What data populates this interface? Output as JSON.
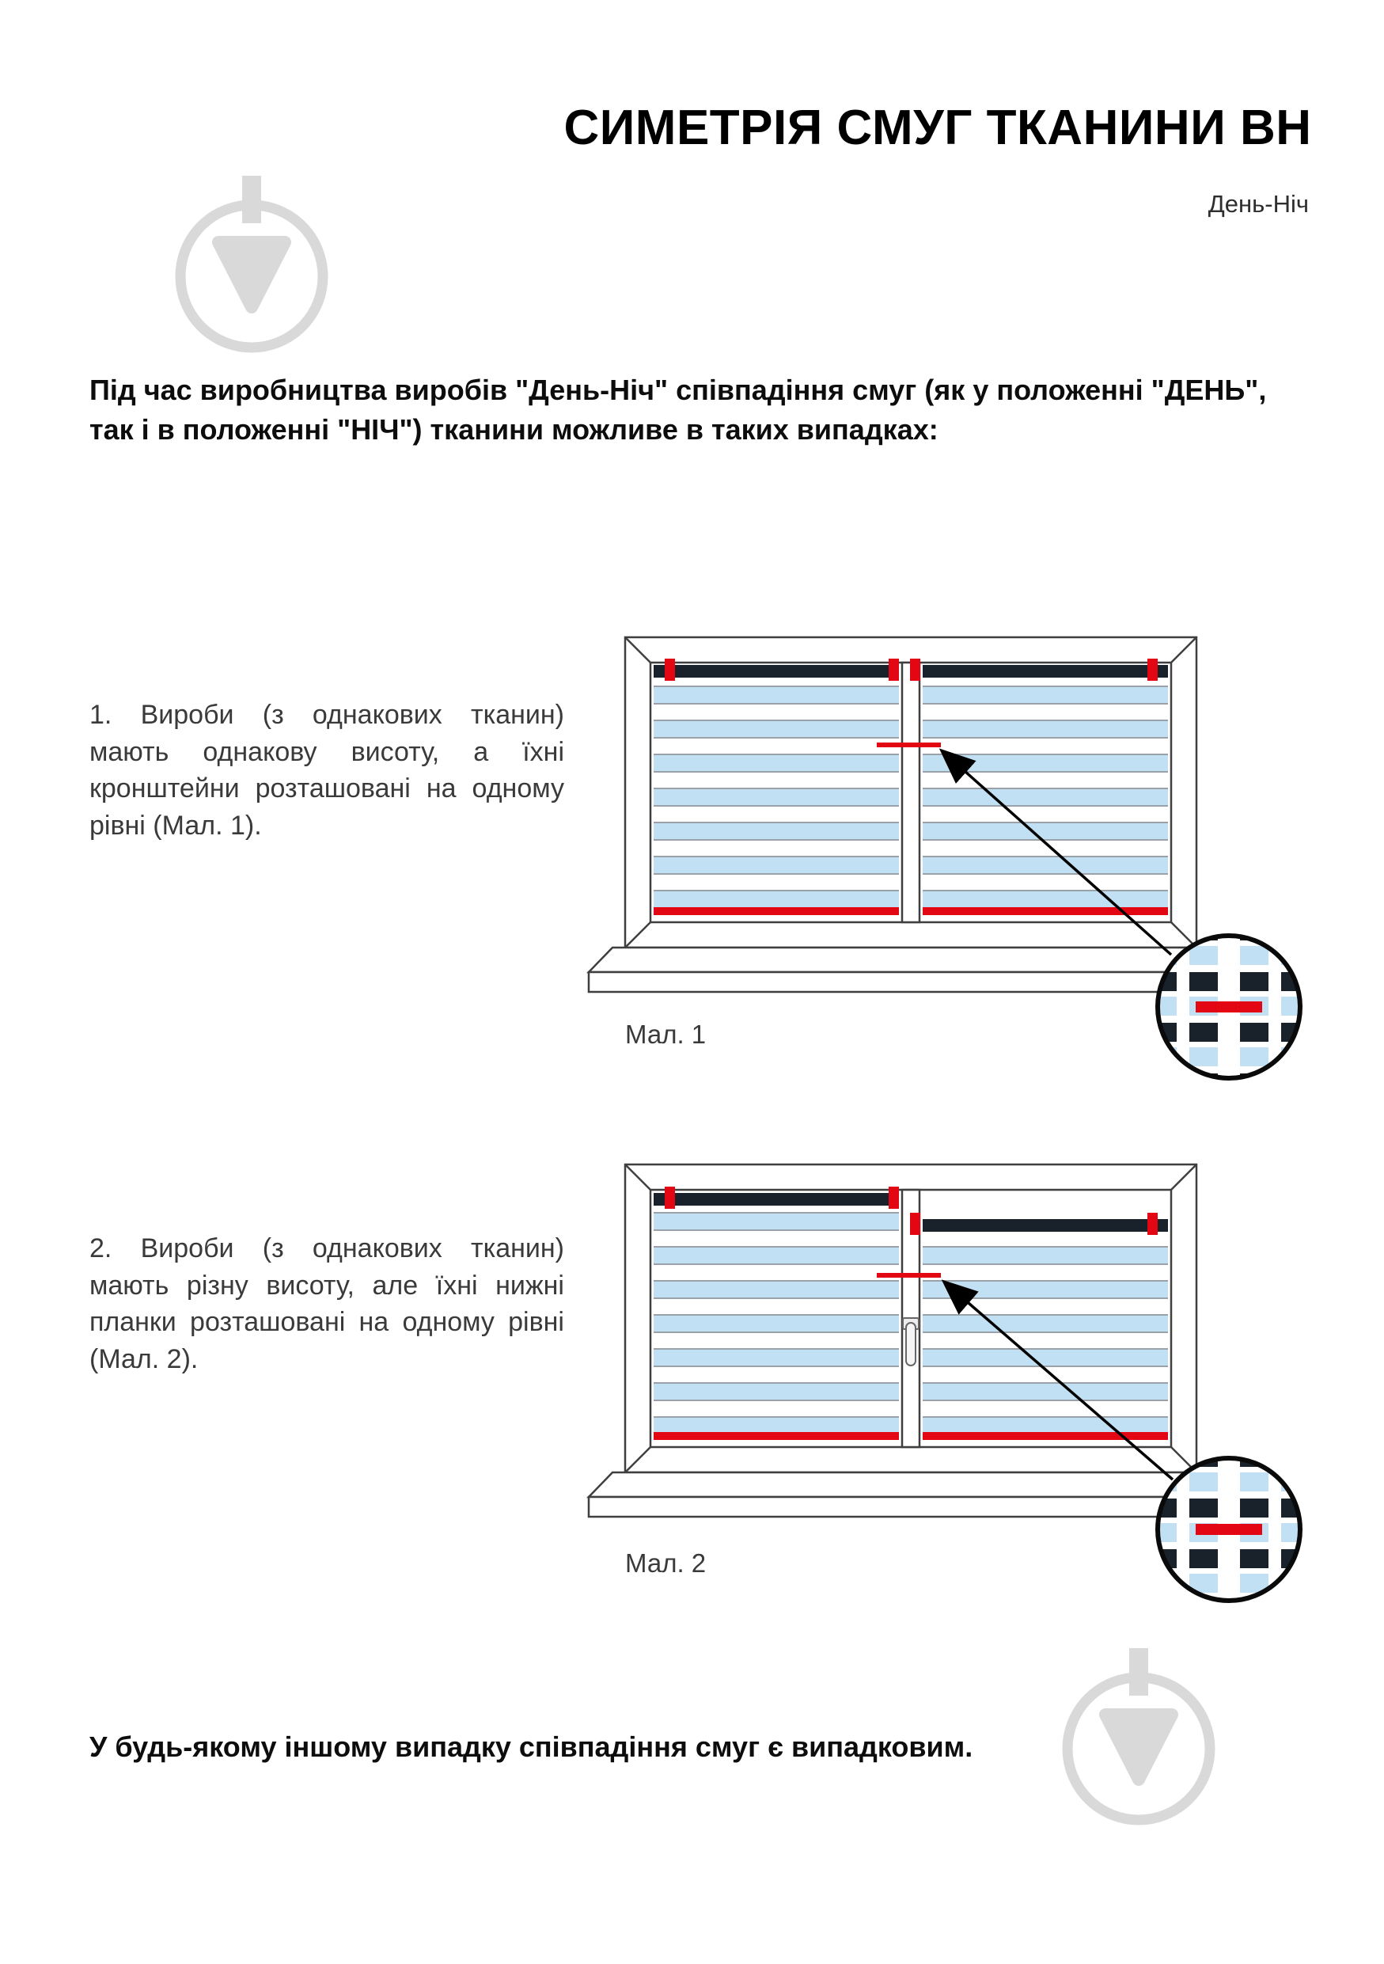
{
  "page": {
    "title": "СИМЕТРІЯ СМУГ ТКАНИНИ ВН",
    "subtitle": "День-Ніч",
    "intro": "Під час виробництва виробів \"День-Ніч\" співпадіння смуг (як у положенні \"ДЕНЬ\", так і в положенні \"НІЧ\") тканини можливе в таких випадках:",
    "footer": "У будь-якому іншому випадку співпадіння смуг є випадковим."
  },
  "sections": [
    {
      "text": "1. Вироби (з однакових тканин) мають однакову висоту, а їхні кронштейни розташовані на одному рівні (Мал. 1).",
      "caption": "Мал. 1"
    },
    {
      "text": "2. Вироби (з однакових тканин) мають різну висоту, але їхні нижні планки розташовані на одному рівні (Мал. 2).",
      "caption": "Мал. 2"
    }
  ],
  "colors": {
    "accent_red": "#e30613",
    "blind_blue": "#c2e0f4",
    "blind_navy": "#19212b",
    "stripe_line": "#9aa1a8",
    "frame_line": "#3f3f3f",
    "watermark_gray": "#d9d9d9"
  }
}
